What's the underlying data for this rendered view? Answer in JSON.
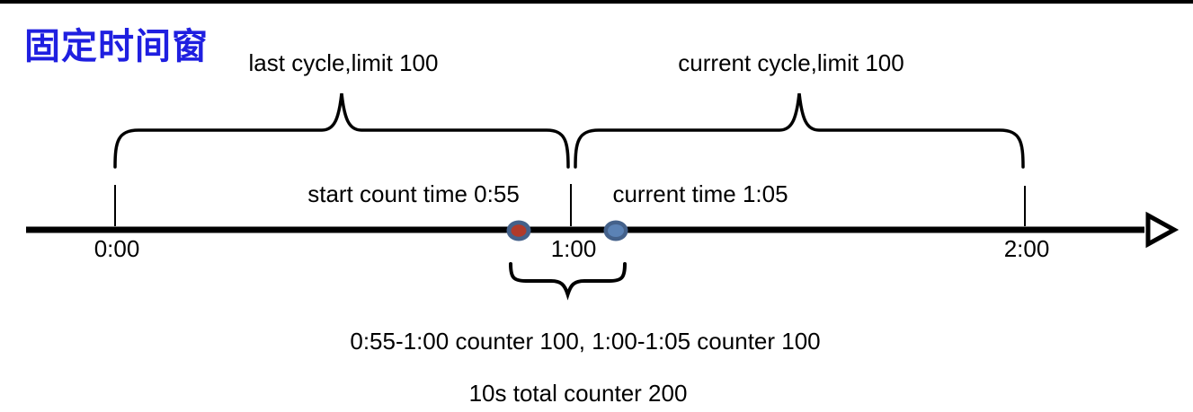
{
  "title": "固定时间窗",
  "colors": {
    "title": "#1f1fe0",
    "line": "#000000",
    "dot_ring": "#44618a",
    "start_dot_fill": "#b03a2a",
    "current_dot_fill": "#5b82b5"
  },
  "cycles": {
    "last_label": "last cycle,limit 100",
    "current_label": "current cycle,limit 100"
  },
  "markers": {
    "start_count_label": "start count time 0:55",
    "current_time_label": "current time 1:05"
  },
  "timeline": {
    "tick_labels": [
      "0:00",
      "1:00",
      "2:00"
    ]
  },
  "summary": {
    "line1": "0:55-1:00 counter 100, 1:00-1:05 counter 100",
    "line2": "10s total counter 200"
  }
}
